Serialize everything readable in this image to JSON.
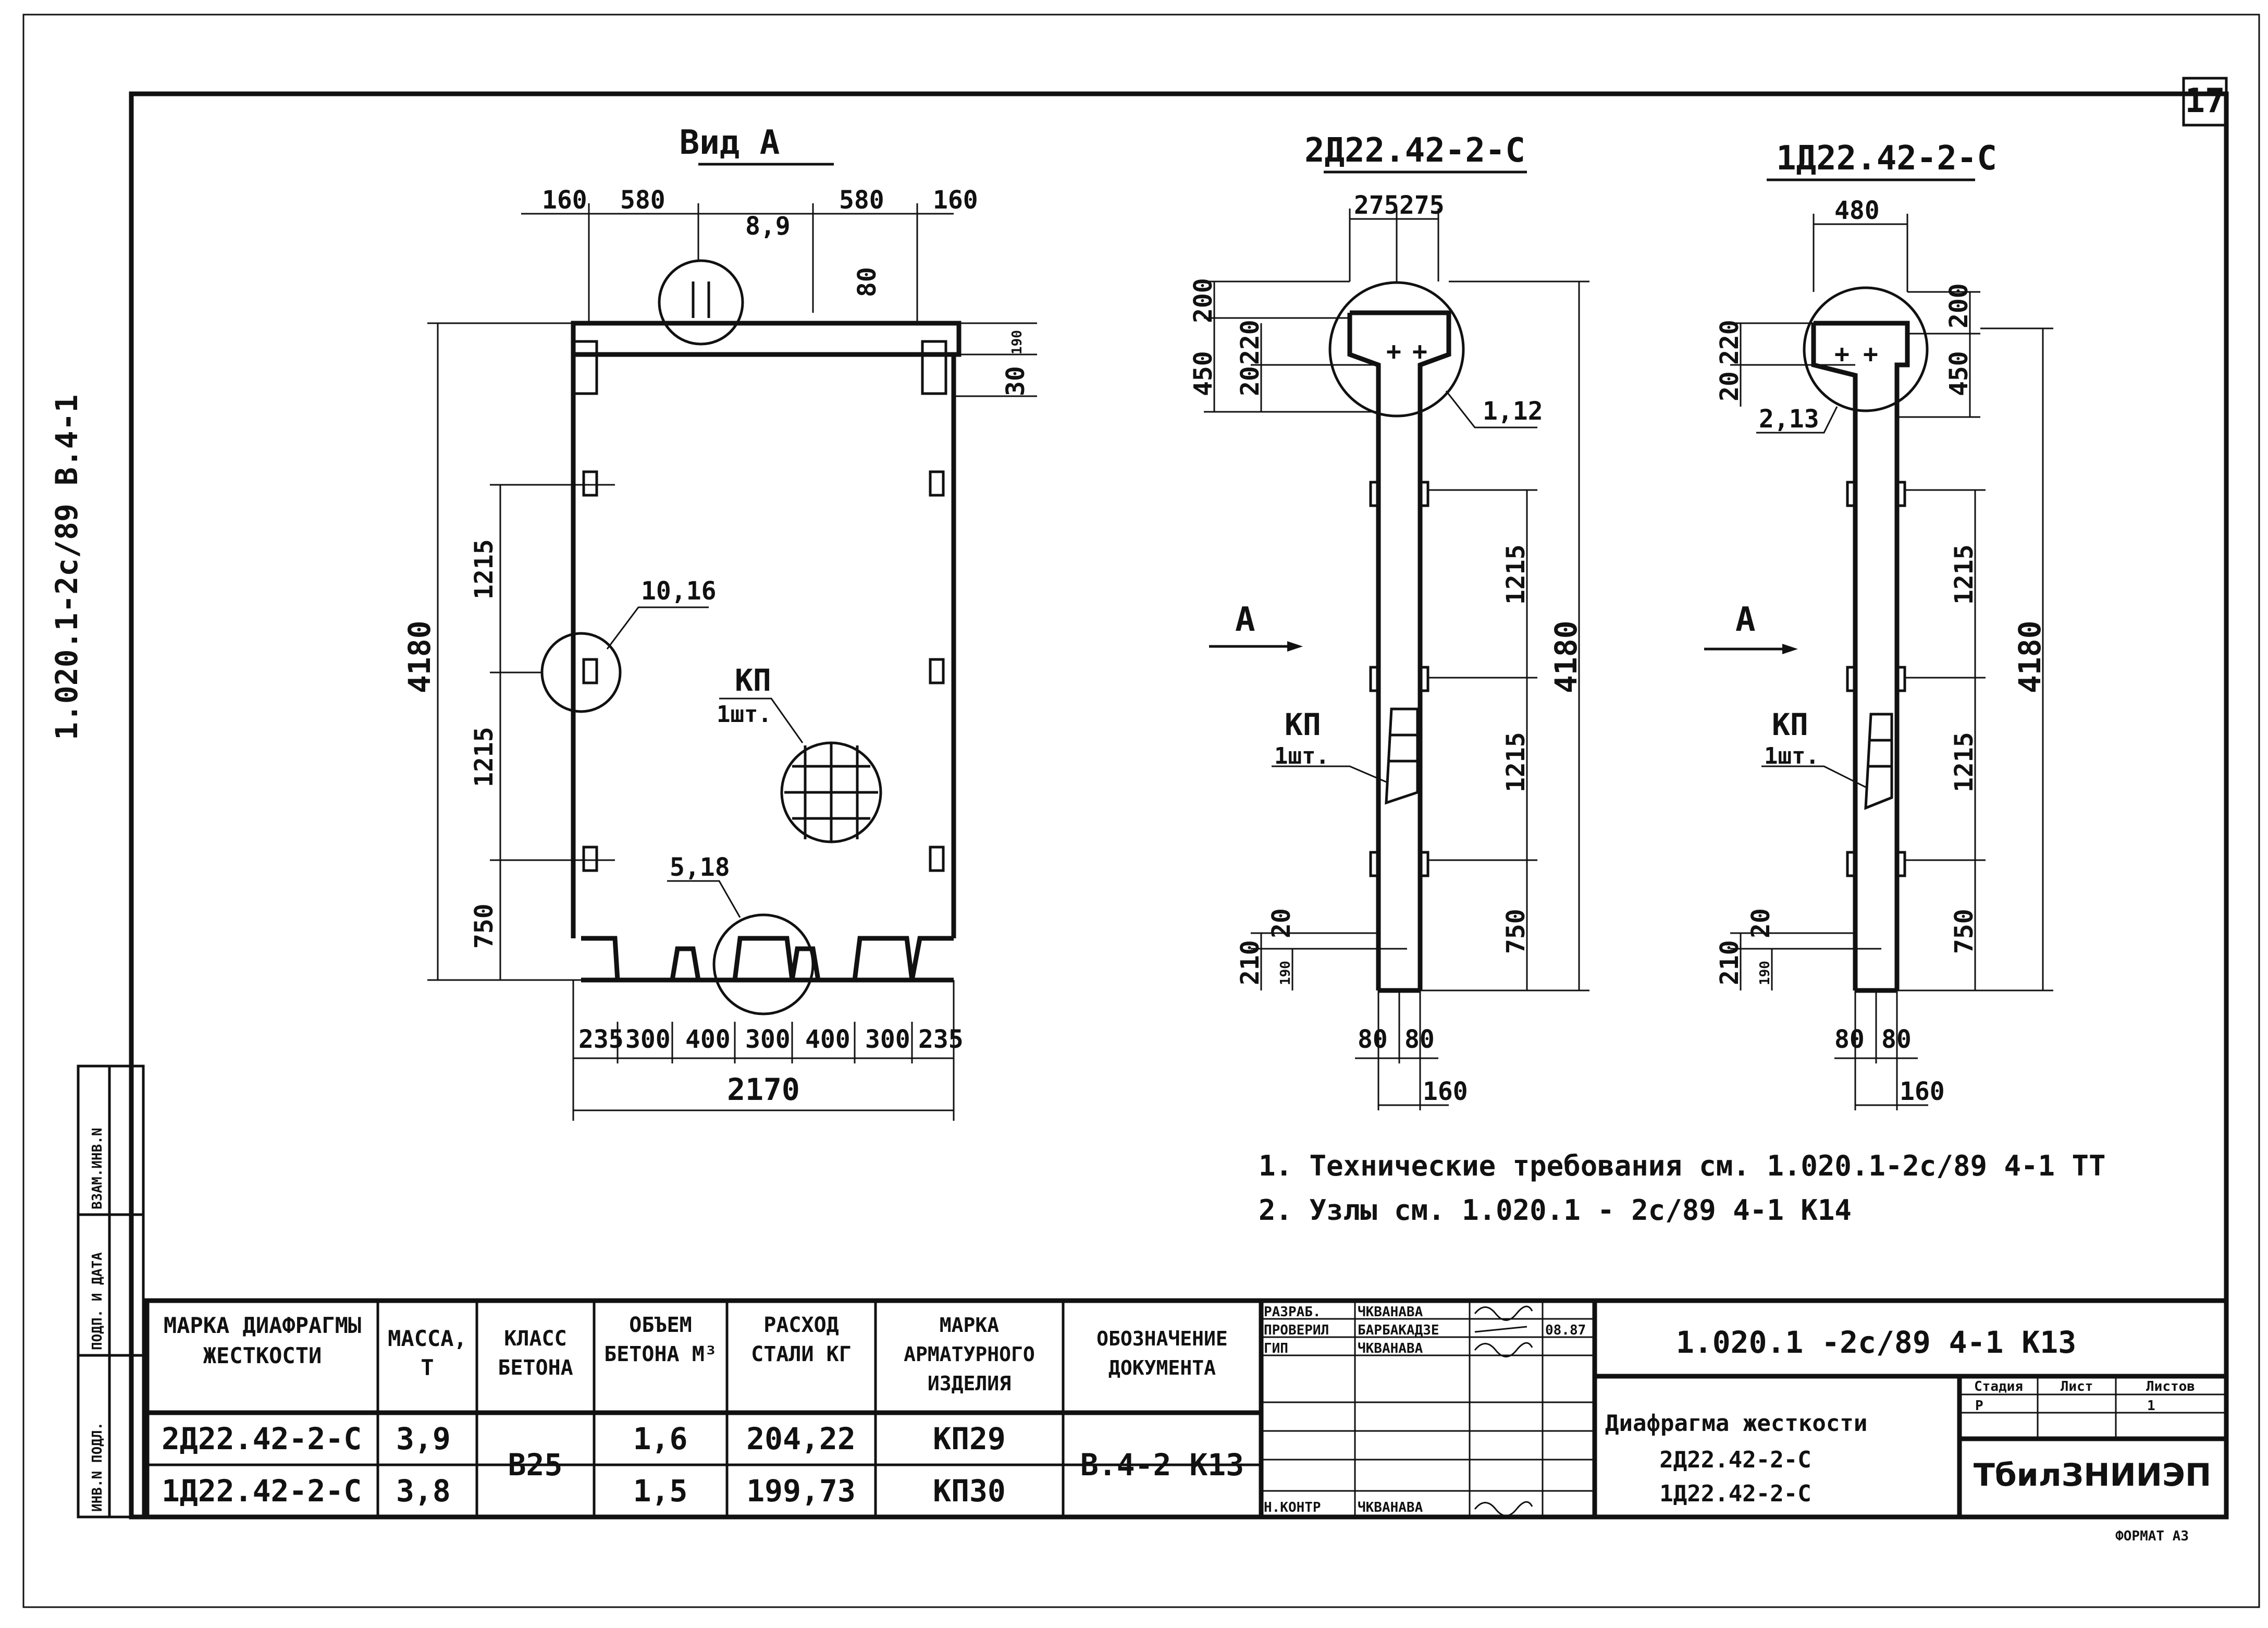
{
  "sheet_number": "17",
  "side_stamp": "1.020.1-2c/89  B.4-1",
  "margin_columns": [
    "ИНВ.N ПОДЛ.",
    "ПОДП. И ДАТА",
    "ВЗАМ.ИНВ.N"
  ],
  "view_a": {
    "title": "Вид А",
    "top_dims": [
      "160",
      "580",
      "580",
      "160"
    ],
    "anchor_dims": [
      "8,9",
      "80",
      "190",
      "30"
    ],
    "height_total": "4180",
    "left_dims": [
      "1215",
      "1215",
      "750"
    ],
    "callouts": [
      "10,16",
      "5,18"
    ],
    "cage_label": "КП",
    "cage_count": "1шт.",
    "bottom_dims": [
      "235",
      "300",
      "400",
      "300",
      "400",
      "300",
      "235"
    ],
    "width_total": "2170"
  },
  "section_2": {
    "title": "2Д22.42-2-С",
    "top_dims": [
      "275",
      "275"
    ],
    "head_dims": [
      "200",
      "450",
      "220",
      "20"
    ],
    "callout": "1,12",
    "arrow": "А",
    "side_dims": [
      "1215",
      "1215",
      "750"
    ],
    "height_total": "4180",
    "cage_label": "КП",
    "cage_count": "1шт.",
    "foot_dims": [
      "210",
      "190",
      "20"
    ],
    "bottom_dims": [
      "80",
      "80",
      "160"
    ]
  },
  "section_1": {
    "title": "1Д22.42-2-С",
    "top_dims": [
      "480"
    ],
    "head_dims": [
      "200",
      "450",
      "220",
      "20"
    ],
    "callout": "2,13",
    "arrow": "А",
    "side_dims": [
      "1215",
      "1215",
      "750"
    ],
    "height_total": "4180",
    "cage_label": "КП",
    "cage_count": "1шт.",
    "foot_dims": [
      "210",
      "190",
      "20"
    ],
    "bottom_dims": [
      "80",
      "80",
      "160"
    ]
  },
  "notes": [
    "1. Технические требования см. 1.020.1-2с/89  4-1 ТТ",
    "2. Узлы  см. 1.020.1 - 2с/89  4-1  К14"
  ],
  "spec_table": {
    "headers": [
      "МАРКА ДИАФРАГМЫ ЖЕСТКОСТИ",
      "МАССА, Т",
      "КЛАСС БЕТОНА",
      "ОБЪЕМ БЕТОНА М³",
      "РАСХОД СТАЛИ КГ",
      "МАРКА АРМАТУРНОГО ИЗДЕЛИЯ",
      "ОБОЗНАЧЕНИЕ ДОКУМЕНТА"
    ],
    "rows": [
      [
        "2Д22.42-2-С",
        "3,9",
        "В25",
        "1,6",
        "204,22",
        "КП29",
        "В.4-2  К13"
      ],
      [
        "1Д22.42-2-С",
        "3,8",
        "",
        "1,5",
        "199,73",
        "КП30",
        ""
      ]
    ]
  },
  "signatures": {
    "roles": [
      "РАЗРАБ.",
      "ПРОВЕРИЛ",
      "ГИП",
      "Н.КОНТР"
    ],
    "names": [
      "ЧКВАНАВА",
      "БАРБАКАДЗЕ",
      "ЧКВАНАВА",
      "ЧКВАНАВА"
    ],
    "date": "08.87"
  },
  "title_block": {
    "doc_code": "1.020.1 -2с/89  4-1  К13",
    "title_lines": [
      "Диафрагма жесткости",
      "2Д22.42-2-С",
      "1Д22.42-2-С"
    ],
    "stage_header": "Стадия",
    "sheet_header": "Лист",
    "sheets_header": "Листов",
    "stage": "Р",
    "sheets": "1",
    "org": "ТбилЗНИИЭП",
    "format": "ФОРМАТ А3"
  }
}
